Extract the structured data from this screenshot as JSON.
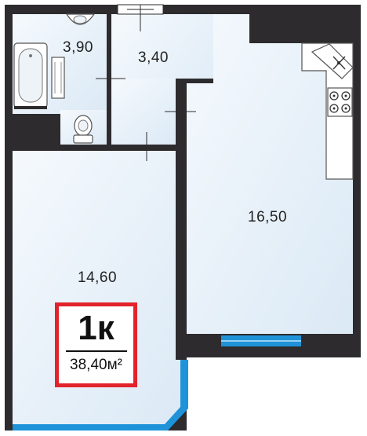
{
  "rooms": {
    "bathroom": {
      "area": "3,90"
    },
    "hallway": {
      "area": "3,40"
    },
    "kitchen_living": {
      "area": "16,50"
    },
    "bedroom": {
      "area": "14,60"
    }
  },
  "badge": {
    "room_count": "1к",
    "total_area": "38,40м²"
  },
  "colors": {
    "wall": "#2d2b2e",
    "floor": "#eaf3fa",
    "window": "#1e93d9",
    "badge_border": "#e3232b"
  },
  "icons": [
    "bathtub-icon",
    "sink-icon",
    "washing-machine-icon",
    "toilet-icon",
    "stove-icon",
    "kitchen-sink-icon",
    "door-icon"
  ]
}
